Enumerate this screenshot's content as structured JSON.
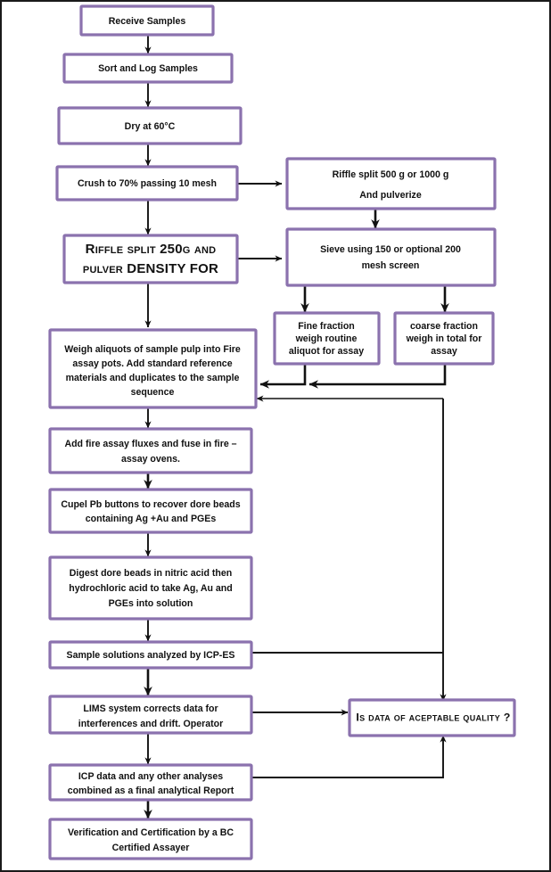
{
  "document": {
    "title": "Sample Preparation and Fire Assay Analytical Flowchart",
    "border_color": "#1a1a1a",
    "box_border_color": "#8b72ae",
    "box_fill_color": "#ffffff",
    "connector_color": "#111111",
    "background_color": "#ffffff"
  },
  "nodes": {
    "receive_samples": {
      "line1": "Receive Samples"
    },
    "sort_log": {
      "line1": "Sort and Log Samples"
    },
    "dry": {
      "line1": "Dry at 60°C"
    },
    "crush": {
      "line1": "Crush to 70% passing 10 mesh"
    },
    "riffle_250": {
      "line1": "Riffle split 250g and",
      "line2": "pulver DENSITY FOR"
    },
    "riffle_500": {
      "line1": "Riffle split 500 g or 1000 g",
      "line2": "And pulverize"
    },
    "sieve": {
      "line1": "Sieve using 150 or optional 200",
      "line2": "mesh screen"
    },
    "fine_fraction": {
      "line1": "Fine fraction",
      "line2": "weigh routine",
      "line3": "aliquot for assay"
    },
    "coarse_fraction": {
      "line1": "coarse fraction",
      "line2": "weigh in total for",
      "line3": "assay"
    },
    "weigh_aliquots": {
      "line1": "Weigh aliquots of sample pulp into Fire",
      "line2": "assay pots. Add standard reference",
      "line3": "materials and duplicates to the sample",
      "line4": "sequence"
    },
    "add_fluxes": {
      "line1": "Add fire assay fluxes and fuse in fire –",
      "line2": "assay ovens."
    },
    "cupel": {
      "line1": "Cupel Pb buttons to recover dore beads",
      "line2": "containing Ag +Au and PGEs"
    },
    "digest": {
      "line1": "Digest dore beads in nitric acid then",
      "line2": "hydrochloric acid to take Ag, Au and",
      "line3": "PGEs into solution"
    },
    "icp_es": {
      "line1": "Sample solutions analyzed by ICP-ES"
    },
    "lims": {
      "line1": "LIMS system corrects data for",
      "line2": "interferences and drift. Operator"
    },
    "final_report": {
      "line1": "ICP data and any other analyses",
      "line2": "combined as a final analytical Report"
    },
    "verification": {
      "line1": "Verification and Certification by a BC",
      "line2": "Certified Assayer"
    },
    "quality_decision": {
      "line1": "Is data of aceptable quality ?"
    }
  },
  "chart_data": {
    "type": "flowchart",
    "title": "Sample Preparation and Fire Assay Analytical Flowchart",
    "orientation": "top-to-bottom",
    "steps": [
      "Receive Samples",
      "Sort and Log Samples",
      "Dry at 60°C",
      "Crush to 70% passing 10 mesh",
      "Riffle split 250g and pulver DENSITY FOR",
      "Riffle split 500 g or 1000 g And pulverize",
      "Sieve using 150 or optional 200 mesh screen",
      "Fine fraction weigh routine aliquot for assay",
      "coarse fraction weigh in total for assay",
      "Weigh aliquots of sample pulp into Fire assay pots. Add standard reference materials and duplicates to the sample sequence",
      "Add fire assay fluxes and fuse in fire – assay ovens.",
      "Cupel Pb buttons to recover dore beads containing Ag +Au and PGEs",
      "Digest dore beads in nitric acid then hydrochloric acid to take Ag, Au and PGEs into solution",
      "Sample solutions analyzed by ICP-ES",
      "LIMS system corrects data for interferences and drift. Operator",
      "ICP data and any other analyses combined as a final analytical Report",
      "Verification and Certification by a BC Certified Assayer",
      "Is data of aceptable quality ?"
    ],
    "edges": [
      {
        "from": "Receive Samples",
        "to": "Sort and Log Samples"
      },
      {
        "from": "Sort and Log Samples",
        "to": "Dry at 60°C"
      },
      {
        "from": "Dry at 60°C",
        "to": "Crush to 70% passing 10 mesh"
      },
      {
        "from": "Crush to 70% passing 10 mesh",
        "to": "Riffle split 250g and pulver DENSITY FOR"
      },
      {
        "from": "Crush to 70% passing 10 mesh",
        "to": "Riffle split 500 g or 1000 g And pulverize"
      },
      {
        "from": "Riffle split 500 g or 1000 g And pulverize",
        "to": "Sieve using 150 or optional 200 mesh screen"
      },
      {
        "from": "Riffle split 250g and pulver DENSITY FOR",
        "to": "Sieve using 150 or optional 200 mesh screen"
      },
      {
        "from": "Riffle split 250g and pulver DENSITY FOR",
        "to": "Weigh aliquots of sample pulp into Fire assay pots."
      },
      {
        "from": "Sieve using 150 or optional 200 mesh screen",
        "to": "Fine fraction weigh routine aliquot for assay"
      },
      {
        "from": "Sieve using 150 or optional 200 mesh screen",
        "to": "coarse fraction weigh in total for assay"
      },
      {
        "from": "Fine fraction weigh routine aliquot for assay",
        "to": "Weigh aliquots of sample pulp into Fire assay pots."
      },
      {
        "from": "coarse fraction weigh in total for assay",
        "to": "Weigh aliquots of sample pulp into Fire assay pots."
      },
      {
        "from": "Weigh aliquots of sample pulp into Fire assay pots.",
        "to": "Add fire assay fluxes and fuse in fire – assay ovens."
      },
      {
        "from": "Add fire assay fluxes and fuse in fire – assay ovens.",
        "to": "Cupel Pb buttons to recover dore beads containing Ag +Au and PGEs"
      },
      {
        "from": "Cupel Pb buttons to recover dore beads containing Ag +Au and PGEs",
        "to": "Digest dore beads in nitric acid then hydrochloric acid"
      },
      {
        "from": "Digest dore beads in nitric acid then hydrochloric acid",
        "to": "Sample solutions analyzed by ICP-ES"
      },
      {
        "from": "Sample solutions analyzed by ICP-ES",
        "to": "Is data of aceptable quality ?"
      },
      {
        "from": "Sample solutions analyzed by ICP-ES",
        "to": "LIMS system corrects data for interferences and drift. Operator"
      },
      {
        "from": "LIMS system corrects data for interferences and drift. Operator",
        "to": "Is data of aceptable quality ?"
      },
      {
        "from": "LIMS system corrects data for interferences and drift. Operator",
        "to": "ICP data and any other analyses combined as a final analytical Report"
      },
      {
        "from": "ICP data and any other analyses combined as a final analytical Report",
        "to": "Is data of aceptable quality ?"
      },
      {
        "from": "ICP data and any other analyses combined as a final analytical Report",
        "to": "Verification and Certification by a BC Certified Assayer"
      },
      {
        "from": "Is data of aceptable quality ?",
        "to": "Weigh aliquots of sample pulp into Fire assay pots."
      }
    ]
  }
}
